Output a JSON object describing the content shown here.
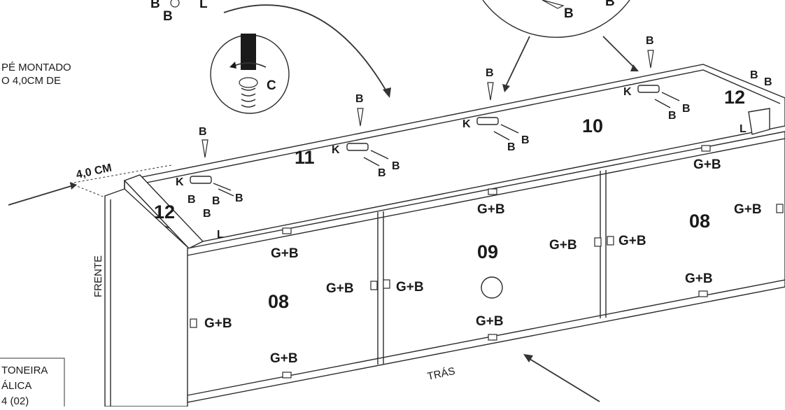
{
  "note_top": {
    "line1": "PÉ MONTADO",
    "line2": "O 4,0CM DE"
  },
  "note_bottom": {
    "line1": "TONEIRA",
    "line2": "ÁLICA",
    "line3": "4 (02)"
  },
  "dimension": {
    "label": "4,0 CM"
  },
  "sides": {
    "front": "FRENTE",
    "back": "TRÁS"
  },
  "detail": {
    "screw_label": "C"
  },
  "parts": {
    "top_left_panel": "11",
    "top_right_panel": "10",
    "left_side": "12",
    "right_side": "12",
    "door_left": "08",
    "door_center": "09",
    "door_right": "08"
  },
  "hardware": {
    "screw_b": "B",
    "bracket_k": "K",
    "hinge_l": "L",
    "hinge_gb": "G+B"
  },
  "colors": {
    "line": "#2a2a2a",
    "paper": "#ffffff"
  }
}
